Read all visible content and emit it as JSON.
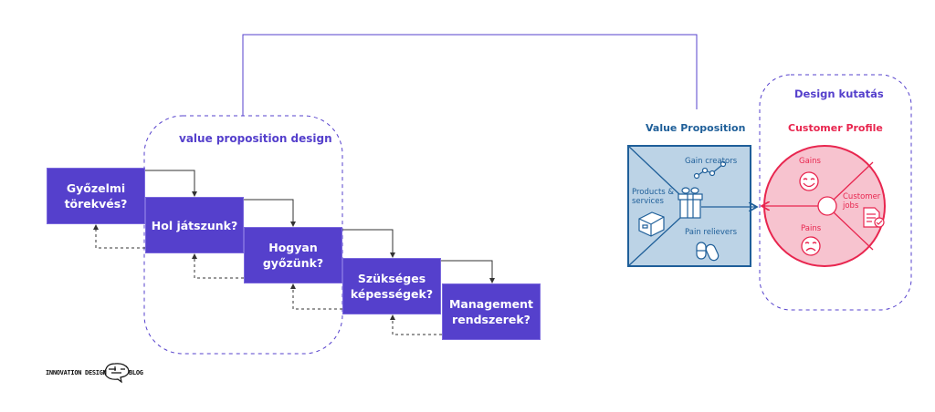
{
  "left_group": {
    "title": "value proposition design",
    "steps": [
      {
        "label": "Győzelmi törekvés?"
      },
      {
        "label": "Hol játszunk?"
      },
      {
        "label": "Hogyan győzünk?"
      },
      {
        "label": "Szükséges képességek?"
      },
      {
        "label": "Management rendszerek?"
      }
    ]
  },
  "value_proposition": {
    "title": "Value Proposition",
    "gain_creators": "Gain creators",
    "products_services": "Products & services",
    "pain_relievers": "Pain relievers"
  },
  "right_group": {
    "title": "Design kutatás",
    "customer_profile": {
      "title": "Customer Profile",
      "gains": "Gains",
      "customer_jobs": "Customer jobs",
      "pains": "Pains"
    }
  },
  "logo": {
    "left": "INNOVATION DESIGN",
    "right": "BLOG"
  },
  "colors": {
    "purple": "#5540cc",
    "blue": "#1f5f99",
    "light_blue": "#bcd3e6",
    "red": "#e8264f",
    "pink": "#f7c3cf"
  }
}
